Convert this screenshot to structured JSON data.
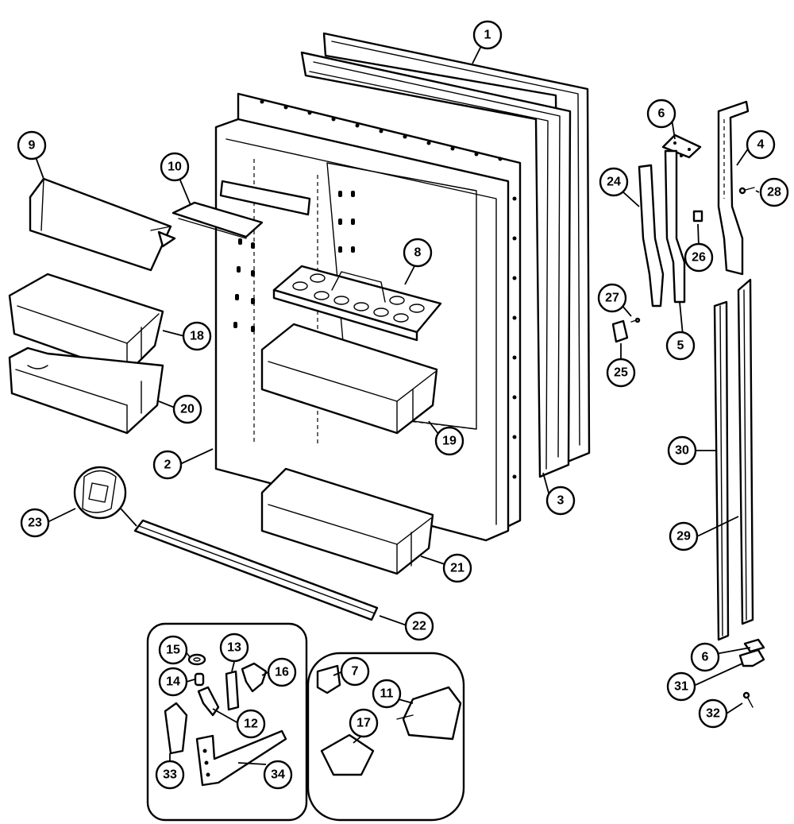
{
  "callouts": [
    {
      "label": "1"
    },
    {
      "label": "2"
    },
    {
      "label": "3"
    },
    {
      "label": "4"
    },
    {
      "label": "5"
    },
    {
      "label": "6"
    },
    {
      "label": "6"
    },
    {
      "label": "7"
    },
    {
      "label": "8"
    },
    {
      "label": "9"
    },
    {
      "label": "10"
    },
    {
      "label": "11"
    },
    {
      "label": "12"
    },
    {
      "label": "13"
    },
    {
      "label": "14"
    },
    {
      "label": "15"
    },
    {
      "label": "16"
    },
    {
      "label": "17"
    },
    {
      "label": "18"
    },
    {
      "label": "19"
    },
    {
      "label": "20"
    },
    {
      "label": "21"
    },
    {
      "label": "22"
    },
    {
      "label": "23"
    },
    {
      "label": "24"
    },
    {
      "label": "25"
    },
    {
      "label": "26"
    },
    {
      "label": "27"
    },
    {
      "label": "28"
    },
    {
      "label": "29"
    },
    {
      "label": "30"
    },
    {
      "label": "31"
    },
    {
      "label": "32"
    },
    {
      "label": "33"
    },
    {
      "label": "34"
    }
  ]
}
